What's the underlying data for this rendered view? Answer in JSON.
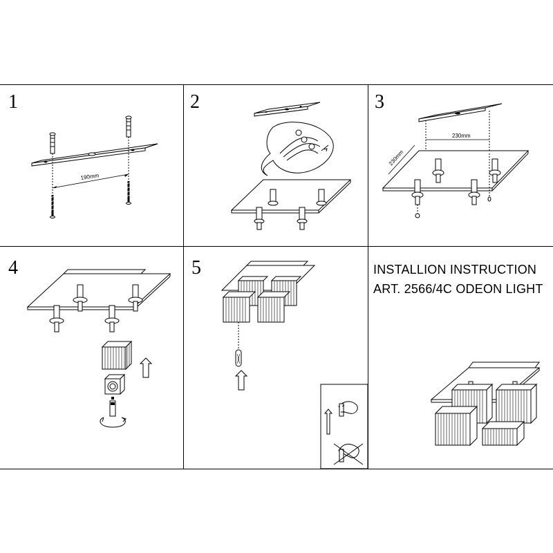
{
  "steps": [
    {
      "number": "1"
    },
    {
      "number": "2"
    },
    {
      "number": "3"
    },
    {
      "number": "4"
    },
    {
      "number": "5"
    }
  ],
  "dimensions": {
    "step1_spacing": "190mm",
    "step3_width": "230mm",
    "step3_depth": "230mm"
  },
  "title": {
    "line1": "INSTALLION INSTRUCTION",
    "line2": "ART. 2566/4C ODEON LIGHT"
  }
}
